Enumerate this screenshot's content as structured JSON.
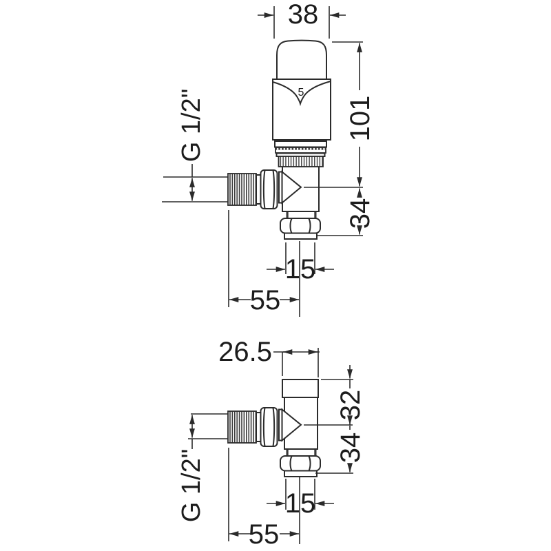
{
  "colors": {
    "background": "#ffffff",
    "line": "#2b2b2b",
    "text": "#1c1c1c"
  },
  "top_view": {
    "head_setting": "5",
    "dims": {
      "head_width": "38",
      "overall_height": "101",
      "body_height": "34",
      "tail_width": "15",
      "inlet_length": "55",
      "thread": "G 1/2\""
    }
  },
  "bottom_view": {
    "dims": {
      "cap_width": "26.5",
      "upper_height": "32",
      "body_height": "34",
      "tail_width": "15",
      "inlet_length": "55",
      "thread": "G 1/2\""
    }
  }
}
